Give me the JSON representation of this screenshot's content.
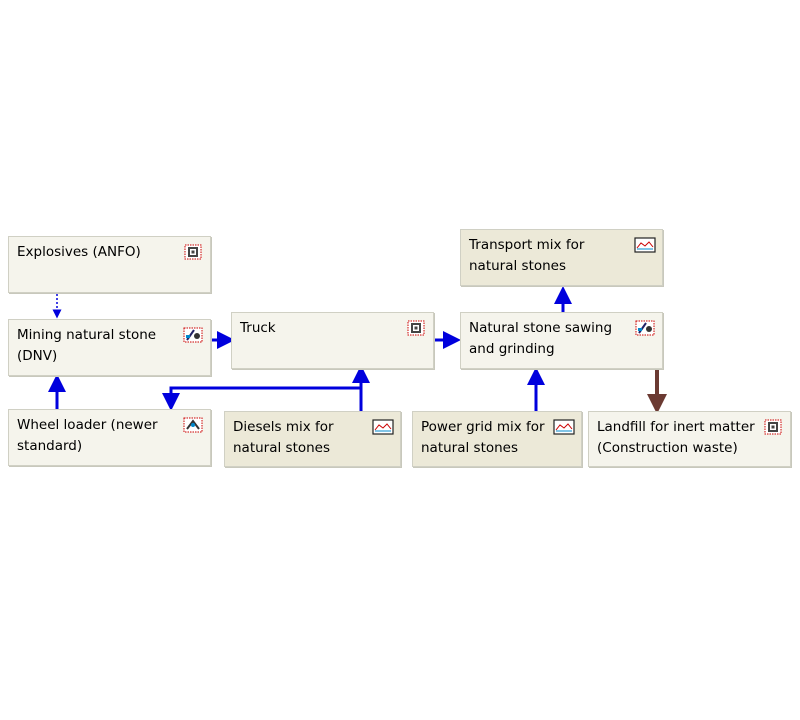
{
  "nodes": [
    {
      "id": "explosives",
      "label": "Explosives (ANFO)",
      "icon": "unit-process-icon",
      "kind": "process"
    },
    {
      "id": "mining",
      "label": "Mining natural stone (DNV)",
      "icon": "process-group-icon",
      "kind": "process"
    },
    {
      "id": "wheel_loader",
      "label": "Wheel loader (newer standard)",
      "icon": "machine-icon",
      "kind": "process"
    },
    {
      "id": "truck",
      "label": "Truck",
      "icon": "unit-process-icon",
      "kind": "process"
    },
    {
      "id": "diesels",
      "label": "Diesels mix for natural stones",
      "icon": "mix-chart-icon",
      "kind": "mix"
    },
    {
      "id": "transport",
      "label": "Transport mix for natural stones",
      "icon": "mix-chart-icon",
      "kind": "mix"
    },
    {
      "id": "sawing",
      "label": "Natural stone sawing and grinding",
      "icon": "process-group-icon",
      "kind": "process"
    },
    {
      "id": "power",
      "label": "Power grid mix for natural stones",
      "icon": "mix-chart-icon",
      "kind": "mix"
    },
    {
      "id": "landfill",
      "label": "Landfill for inert matter (Construction waste)",
      "icon": "unit-process-icon",
      "kind": "process"
    }
  ],
  "colors": {
    "flow": "#0000dd",
    "waste": "#6b3a32",
    "process_bg": "#f5f4ec",
    "mix_bg": "#ece9d8"
  }
}
